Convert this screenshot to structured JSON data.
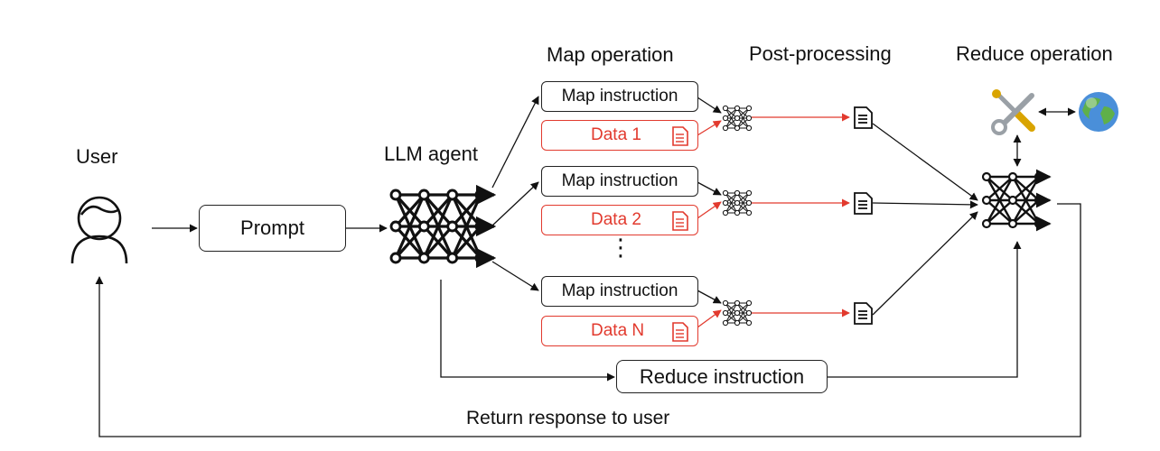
{
  "diagram": {
    "headers": {
      "user": "User",
      "llm_agent": "LLM agent",
      "map_operation": "Map operation",
      "post_processing": "Post-processing",
      "reduce_operation": "Reduce operation"
    },
    "prompt_label": "Prompt",
    "map_instruction_label": "Map instruction",
    "data_items": [
      "Data 1",
      "Data 2",
      "Data N"
    ],
    "ellipsis": "⋮",
    "reduce_instruction_label": "Reduce instruction",
    "return_label": "Return response to user",
    "colors": {
      "accent": "#e23a2e",
      "line": "#111111"
    },
    "icons": {
      "user": "user-icon",
      "tools": "wrench-screwdriver-icon",
      "world": "globe-icon",
      "network": "neural-network-icon",
      "document": "document-icon"
    }
  }
}
